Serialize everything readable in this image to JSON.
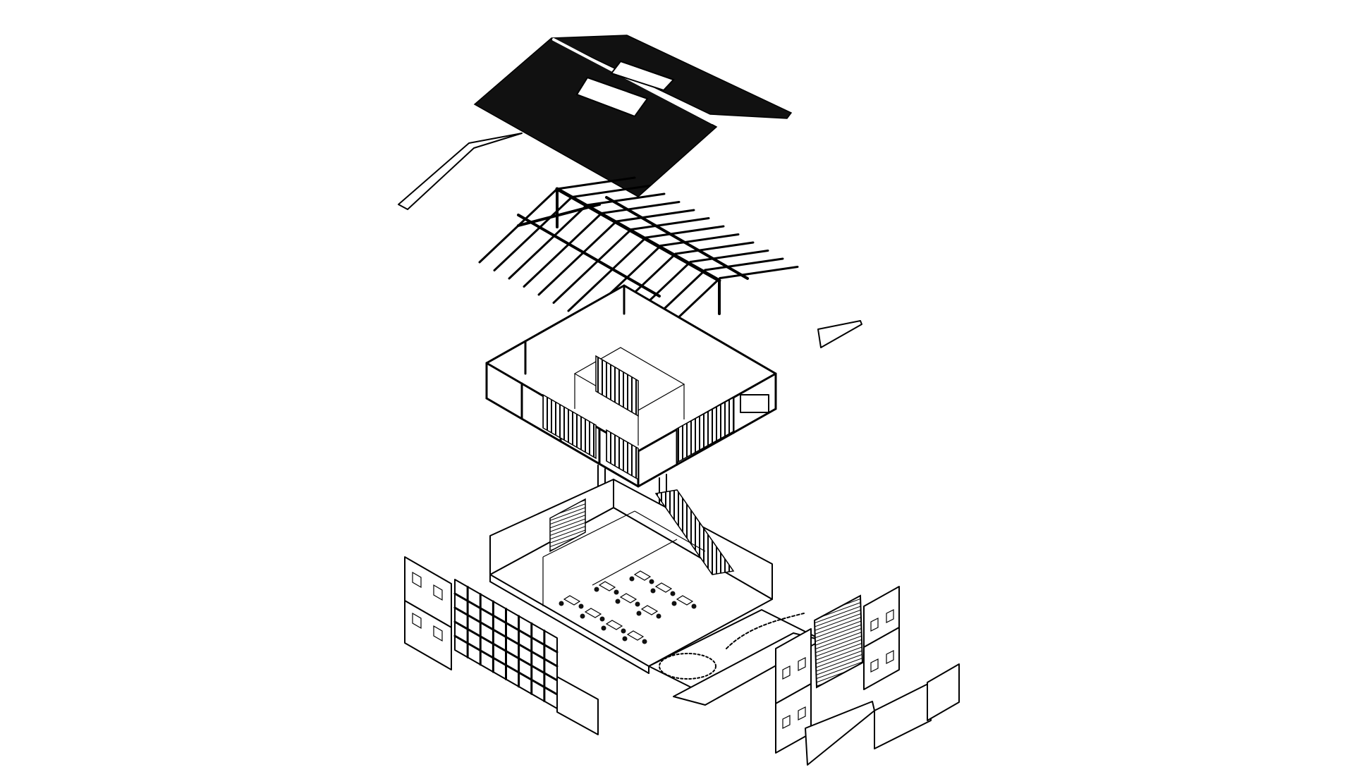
{
  "diagram": {
    "kind": "exploded-axonometric",
    "background_color": "#ffffff",
    "line_color": "#000000",
    "fill_dark": "#111111",
    "layers": [
      "roof-covering",
      "roof-structure",
      "upper-floor",
      "ground-floor",
      "facade-panels"
    ]
  }
}
